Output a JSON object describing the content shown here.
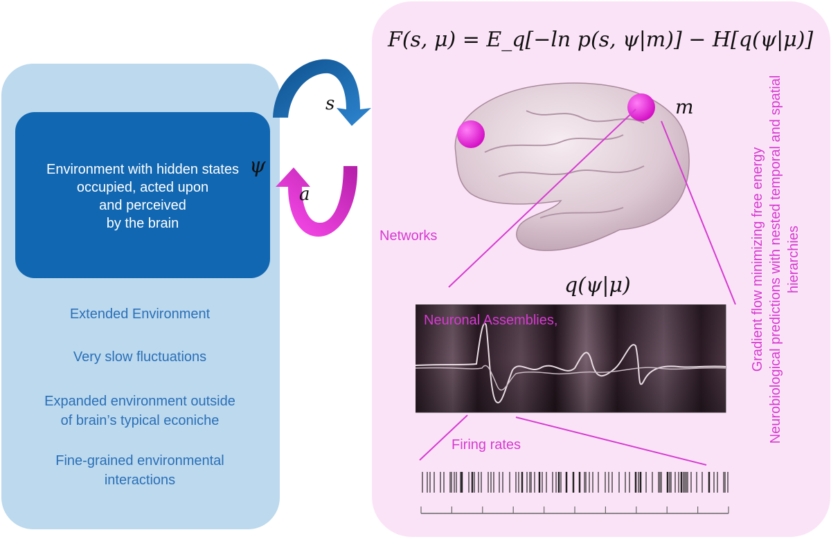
{
  "formula": "F(s, μ) = E_q[−ln p(s, ψ|m)] − H[q(ψ|μ)]",
  "environment_box": {
    "lines": [
      "Environment with hidden states",
      "occupied, acted upon",
      "and perceived",
      "by the brain"
    ],
    "psi_symbol": "ψ"
  },
  "arrows": {
    "sensation_label": "s",
    "action_label": "a"
  },
  "bullets": [
    [
      "Extended Environment"
    ],
    [
      "Very slow fluctuations"
    ],
    [
      "Expanded environment outside",
      "of brain’s typical econiche"
    ],
    [
      "Fine-grained environmental",
      "interactions"
    ]
  ],
  "brain": {
    "model_label": "m"
  },
  "labels": {
    "networks": "Networks",
    "posterior": "q(ψ|μ)",
    "neuronal_assemblies": "Neuronal Assemblies,",
    "firing_rates": "Firing rates"
  },
  "vertical_text": [
    "Gradient flow minimizing free energy",
    "Neurobiological predictions with nested temporal and spatial",
    "hierarchies"
  ],
  "colors": {
    "left_panel": "#bcd9ee",
    "environment_box": "#1167b1",
    "bullet_text": "#2a6fb7",
    "right_panel": "#fbe3f7",
    "accent_magenta": "#d63ad1",
    "arrow_blue": "#1a63a8",
    "node_magenta": "#e612d8"
  }
}
